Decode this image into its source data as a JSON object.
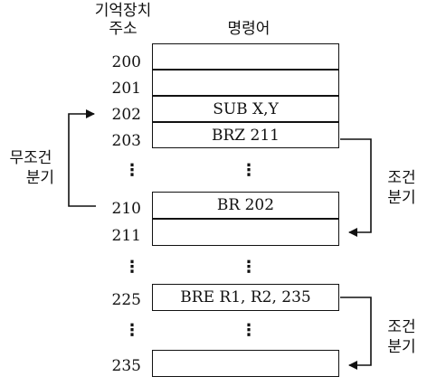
{
  "header": {
    "address_title_line1": "기억장치",
    "address_title_line2": "주소",
    "instruction_title": "명령어"
  },
  "rows": [
    {
      "address": "200",
      "instruction": ""
    },
    {
      "address": "201",
      "instruction": ""
    },
    {
      "address": "202",
      "instruction": "SUB X,Y"
    },
    {
      "address": "203",
      "instruction": "BRZ 211"
    },
    {
      "address": "210",
      "instruction": "BR 202"
    },
    {
      "address": "211",
      "instruction": ""
    },
    {
      "address": "225",
      "instruction": "BRE R1, R2, 235"
    },
    {
      "address": "235",
      "instruction": ""
    }
  ],
  "ellipsis": "⋮",
  "branch_labels": {
    "unconditional_line1": "무조건",
    "unconditional_line2": "분기",
    "conditional_line1": "조건",
    "conditional_line2": "분기"
  }
}
